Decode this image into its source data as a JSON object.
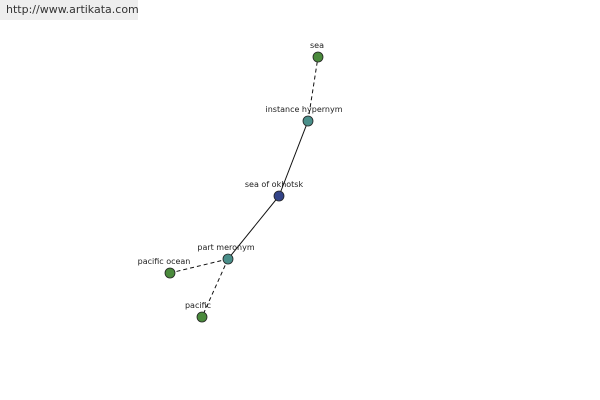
{
  "header": {
    "url": "http://www.artikata.com"
  },
  "graph": {
    "nodes": [
      {
        "id": "sea",
        "label": "sea",
        "kind": "term",
        "color": "#4a8a3c"
      },
      {
        "id": "instance-hypernym",
        "label": "instance hypernym",
        "kind": "relation",
        "color": "#4a8f8a"
      },
      {
        "id": "sea-of-okhotsk",
        "label": "sea of okhotsk",
        "kind": "focus",
        "color": "#334488"
      },
      {
        "id": "part-meronym",
        "label": "part meronym",
        "kind": "relation",
        "color": "#4a8f8a"
      },
      {
        "id": "pacific-ocean",
        "label": "pacific ocean",
        "kind": "term",
        "color": "#4a8a3c"
      },
      {
        "id": "pacific",
        "label": "pacific",
        "kind": "term",
        "color": "#4a8a3c"
      }
    ],
    "edges": [
      {
        "from": "instance-hypernym",
        "to": "sea",
        "style": "dashed"
      },
      {
        "from": "sea-of-okhotsk",
        "to": "instance-hypernym",
        "style": "solid"
      },
      {
        "from": "sea-of-okhotsk",
        "to": "part-meronym",
        "style": "solid"
      },
      {
        "from": "part-meronym",
        "to": "pacific-ocean",
        "style": "dashed"
      },
      {
        "from": "part-meronym",
        "to": "pacific",
        "style": "dashed"
      }
    ]
  }
}
